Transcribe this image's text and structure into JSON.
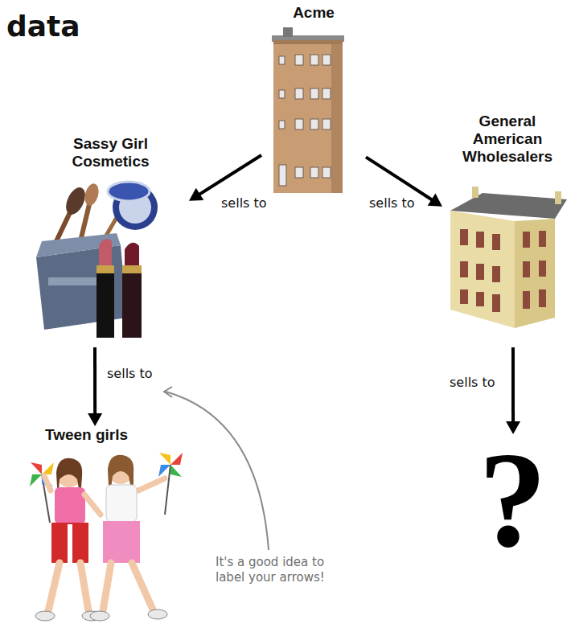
{
  "diagram": {
    "title": "data",
    "nodes": [
      {
        "text": [
          "Acme"
        ]
      },
      {
        "text": [
          "Sassy Girl Cosmetics"
        ]
      },
      {
        "text": [
          "General American Wholesalers"
        ]
      },
      {
        "text": [
          "Tween girls"
        ]
      },
      {
        "text": [
          "?"
        ]
      }
    ],
    "edges": [
      {
        "from": 0,
        "to": 1,
        "label": "sells to",
        "arrow": "to"
      },
      {
        "from": 0,
        "to": 2,
        "label": "sells to",
        "arrow": "to"
      },
      {
        "from": 1,
        "to": 3,
        "label": "sells to",
        "arrow": "to"
      },
      {
        "from": 2,
        "to": 4,
        "label": "sells to",
        "arrow": "to"
      }
    ],
    "labels": [
      "It's a good idea to label your arrows!"
    ]
  }
}
